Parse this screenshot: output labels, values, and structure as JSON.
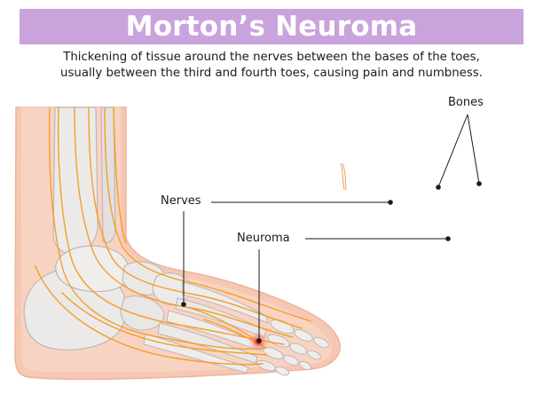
{
  "title": "Morton’s Neuroma",
  "subtitle": {
    "line1": "Thickening of tissue around the nerves between the bases of the toes,",
    "line2": "usually between the third and fourth toes, causing pain and numbness."
  },
  "labels": {
    "bones": "Bones",
    "nerves": "Nerves",
    "neuroma": "Neuroma"
  },
  "colors": {
    "title_bg": "#c9a3dc",
    "skin": "#f6c7b3",
    "skin_dark": "#efb49c",
    "bone": "#e9e6e6",
    "bone_outline": "#bdb8b8",
    "nerve": "#f2a024",
    "neuroma": "#e8413a"
  }
}
